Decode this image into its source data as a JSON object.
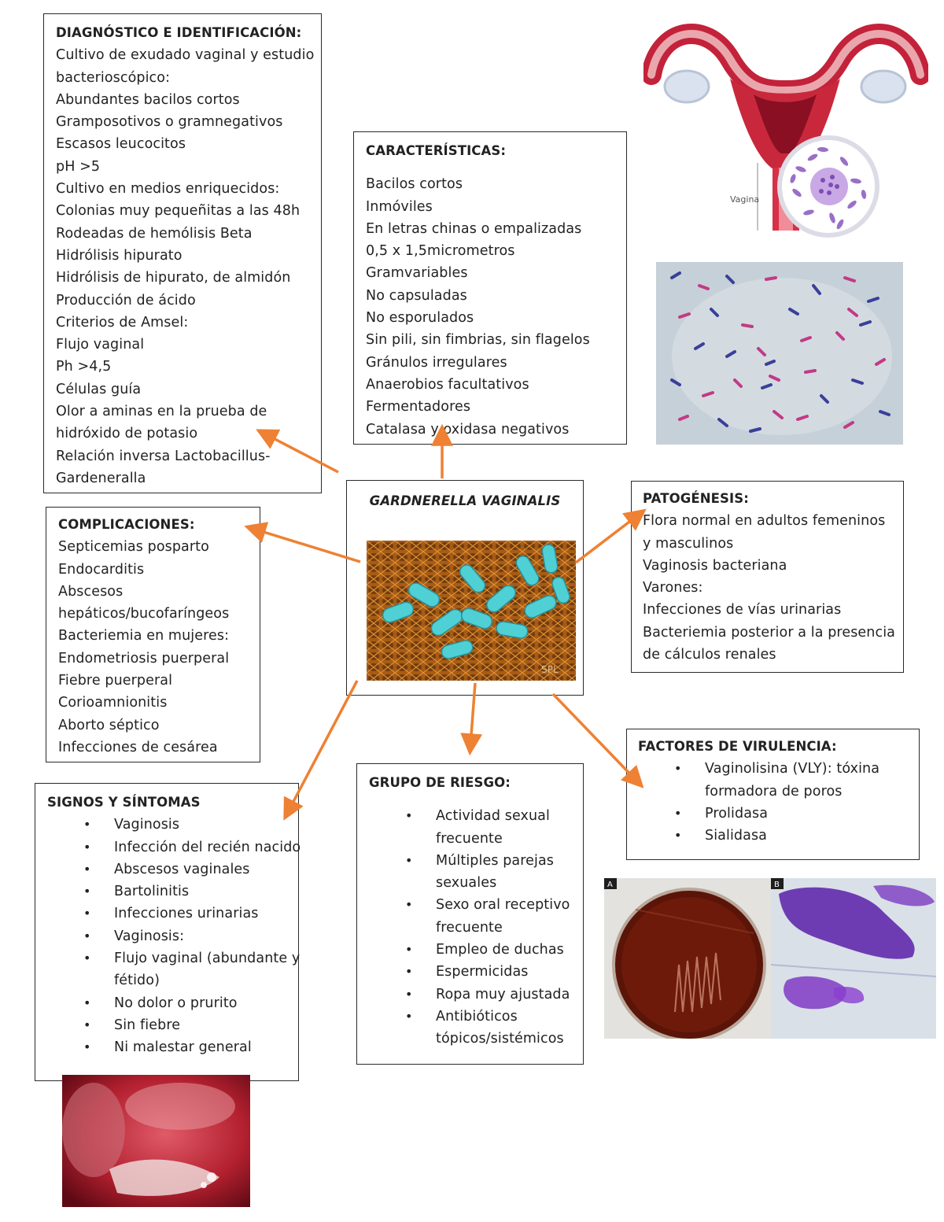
{
  "center": {
    "title": "GARDNERELLA VAGINALIS"
  },
  "diagnostico": {
    "title": "DIAGNÓSTICO E IDENTIFICACIÓN:",
    "lines": [
      "Cultivo de exudado vaginal y estudio",
      "bacterioscópico:",
      "Abundantes bacilos cortos",
      "Gramposotivos o gramnegativos",
      "Escasos leucocitos",
      "pH >5",
      "Cultivo en medios enriquecidos:",
      "Colonias muy pequeñitas a las 48h",
      "Rodeadas de hemólisis Beta",
      "Hidrólisis hipurato",
      "Hidrólisis de hipurato, de almidón",
      "Producción de ácido",
      "Criterios de Amsel:",
      "Flujo vaginal",
      "Ph >4,5",
      "Células guía",
      "Olor a aminas en la prueba de",
      "hidróxido de potasio",
      "Relación inversa Lactobacillus-",
      "Gardeneralla"
    ]
  },
  "caracteristicas": {
    "title": "CARACTERÍSTICAS:",
    "lines": [
      "Bacilos cortos",
      "Inmóviles",
      "En letras chinas o empalizadas",
      "0,5 x 1,5micrometros",
      "Gramvariables",
      "No capsuladas",
      "No esporulados",
      "Sin pili, sin fimbrias, sin flagelos",
      "Gránulos irregulares",
      "Anaerobios facultativos",
      "Fermentadores",
      "Catalasa y oxidasa negativos"
    ]
  },
  "complicaciones": {
    "title": "COMPLICACIONES:",
    "lines": [
      "Septicemias posparto",
      "Endocarditis",
      "Abscesos",
      "hepáticos/bucofaríngeos",
      "Bacteriemia en mujeres:",
      "Endometriosis puerperal",
      "Fiebre puerperal",
      "Corioamnionitis",
      "Aborto séptico",
      "Infecciones de cesárea"
    ]
  },
  "patogenesis": {
    "title": "PATOGÉNESIS:",
    "lines": [
      "Flora normal en adultos femeninos",
      "y masculinos",
      "Vaginosis bacteriana",
      "Varones:",
      "Infecciones de vías urinarias",
      "Bacteriemia posterior a la presencia",
      "de cálculos renales"
    ]
  },
  "virulencia": {
    "title": "FACTORES DE VIRULENCIA:",
    "items": [
      [
        "Vaginolisina (VLY): tóxina",
        "formadora de poros"
      ],
      [
        "Prolidasa"
      ],
      [
        "Sialidasa"
      ]
    ]
  },
  "riesgo": {
    "title": "GRUPO DE RIESGO:",
    "items": [
      [
        "Actividad sexual",
        "frecuente"
      ],
      [
        "Múltiples parejas",
        "sexuales"
      ],
      [
        "Sexo oral receptivo",
        "frecuente"
      ],
      [
        "Empleo de duchas"
      ],
      [
        "Espermicidas"
      ],
      [
        "Ropa muy ajustada"
      ],
      [
        "Antibióticos",
        "tópicos/sistémicos"
      ]
    ]
  },
  "signos": {
    "title": "SIGNOS Y SÍNTOMAS",
    "items": [
      [
        "Vaginosis"
      ],
      [
        "Infección del recién nacido"
      ],
      [
        "Abscesos vaginales"
      ],
      [
        "Bartolinitis"
      ],
      [
        "Infecciones urinarias"
      ],
      [
        "Vaginosis:"
      ],
      [
        "Flujo vaginal (abundante y",
        "fétido)"
      ],
      [
        "No dolor o prurito"
      ],
      [
        "Sin fiebre"
      ],
      [
        "Ni malestar general"
      ]
    ]
  },
  "images": {
    "uterus_label": "Vagina",
    "culture_label_a": "A",
    "culture_label_b": "B"
  },
  "colors": {
    "arrow": "#ee8133",
    "border": "#2a2a2a"
  }
}
